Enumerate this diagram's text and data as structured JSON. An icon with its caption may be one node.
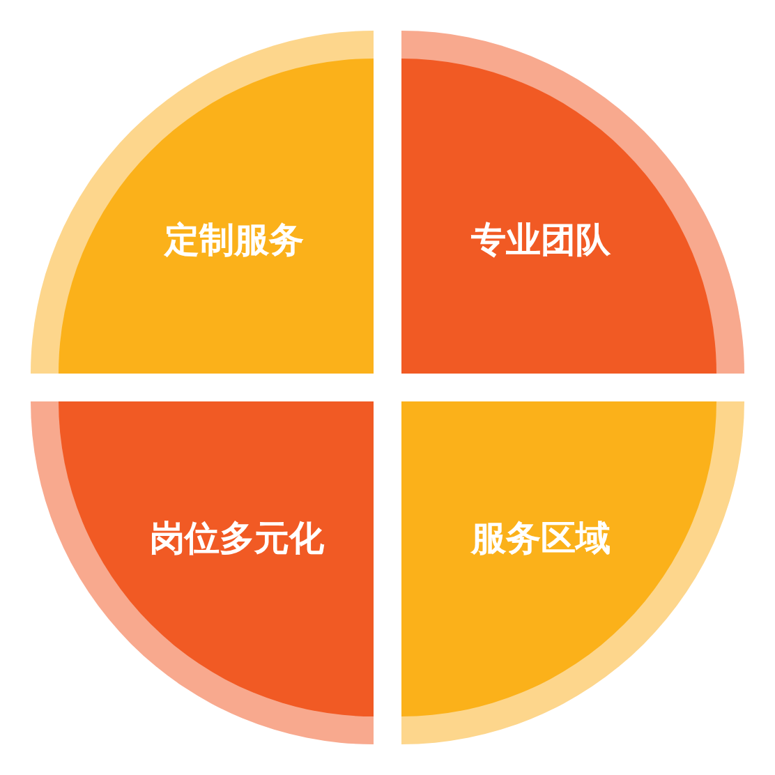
{
  "diagram": {
    "nodes": [
      {
        "text": [
          "定制服务"
        ]
      },
      {
        "text": [
          "专业团队"
        ]
      },
      {
        "text": [
          "岗位多元化"
        ]
      },
      {
        "text": [
          "服务区域"
        ]
      }
    ]
  }
}
